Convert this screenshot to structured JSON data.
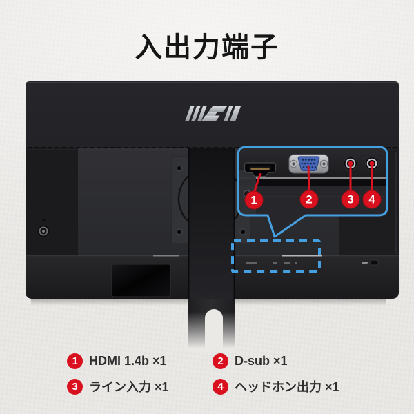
{
  "page": {
    "title": "入出力端子",
    "brand": "MSI"
  },
  "colors": {
    "accent_blue": "#469fe0",
    "badge_red": "#d9101e",
    "background": "#ebe9e6",
    "monitor_dark": "#242428",
    "dsub_blue": "#4767b4"
  },
  "callout": {
    "badges": [
      "1",
      "2",
      "3",
      "4"
    ],
    "ports": [
      {
        "number": "1",
        "name": "hdmi-port"
      },
      {
        "number": "2",
        "name": "dsub-port"
      },
      {
        "number": "3",
        "name": "line-in-jack"
      },
      {
        "number": "4",
        "name": "headphone-jack"
      }
    ]
  },
  "legend": {
    "items": [
      {
        "number": "1",
        "label": "HDMI 1.4b ×1"
      },
      {
        "number": "2",
        "label": "D-sub ×1"
      },
      {
        "number": "3",
        "label": "ライン入力 ×1"
      },
      {
        "number": "4",
        "label": "ヘッドホン出力 ×1"
      }
    ]
  }
}
